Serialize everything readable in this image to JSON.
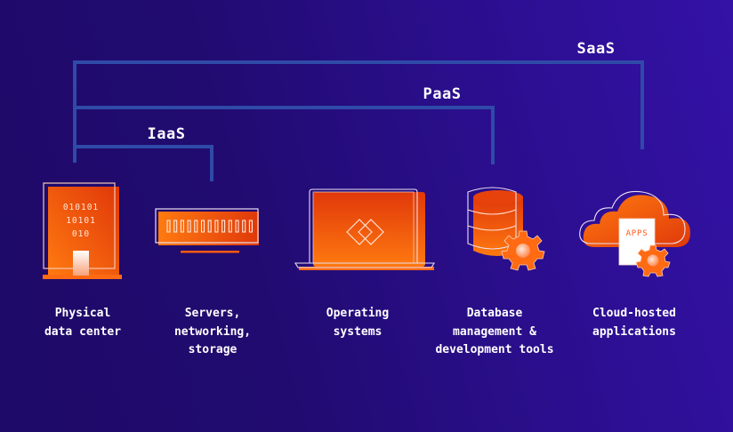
{
  "diagram": {
    "title": "Cloud service models",
    "colors": {
      "background_start": "#1e0a68",
      "background_end": "#3312a6",
      "bracket": "#2f4aa8",
      "accent_orange": "#ff6a13",
      "accent_red": "#e03a0a",
      "outline": "#f3d8cc",
      "text": "#ffffff"
    },
    "brackets": [
      {
        "label": "SaaS",
        "spans": "Physical data center → Cloud-hosted applications"
      },
      {
        "label": "PaaS",
        "spans": "Physical data center → Database management & development tools"
      },
      {
        "label": "IaaS",
        "spans": "Physical data center → Servers, networking, storage"
      }
    ],
    "layers": [
      {
        "icon": "data-center-icon",
        "binary_lines": [
          "010101",
          "10101",
          "010"
        ],
        "caption": "Physical\ndata center"
      },
      {
        "icon": "server-rack-icon",
        "caption": "Servers,\nnetworking,\nstorage"
      },
      {
        "icon": "laptop-os-icon",
        "caption": "Operating\nsystems"
      },
      {
        "icon": "database-gear-icon",
        "caption": "Database\nmanagement &\ndevelopment tools"
      },
      {
        "icon": "cloud-apps-icon",
        "apps_label": "APPS",
        "caption": "Cloud-hosted\napplications"
      }
    ]
  }
}
